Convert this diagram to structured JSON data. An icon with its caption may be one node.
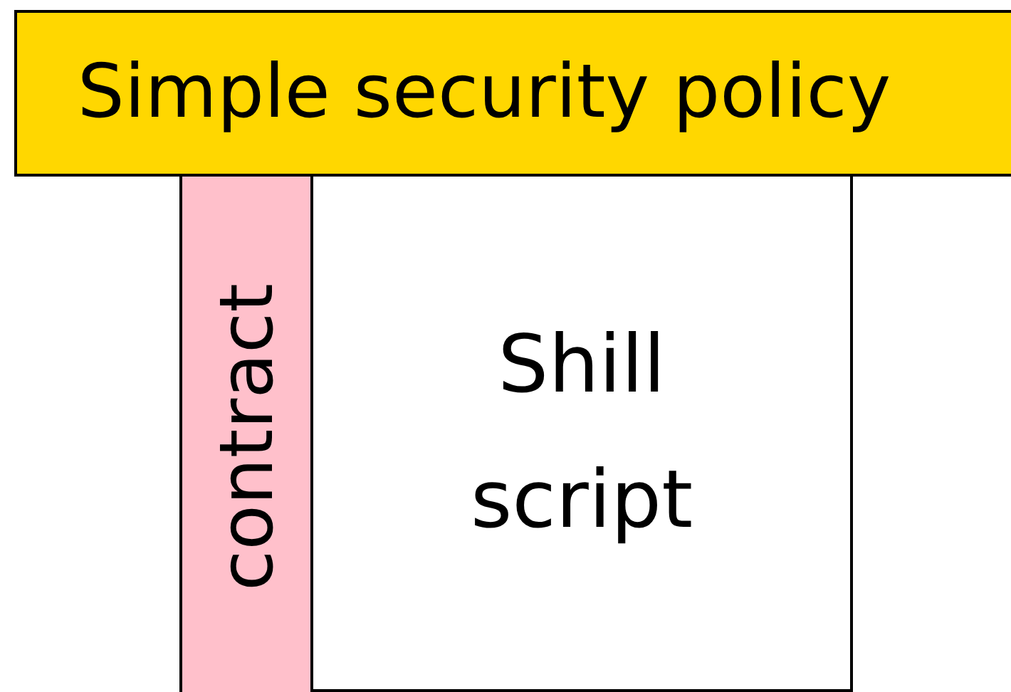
{
  "diagram": {
    "nodes": [
      {
        "text": [
          "Simple security policy"
        ]
      },
      {
        "text": [
          "contract"
        ]
      },
      {
        "text": [
          "Shill script"
        ]
      }
    ]
  }
}
